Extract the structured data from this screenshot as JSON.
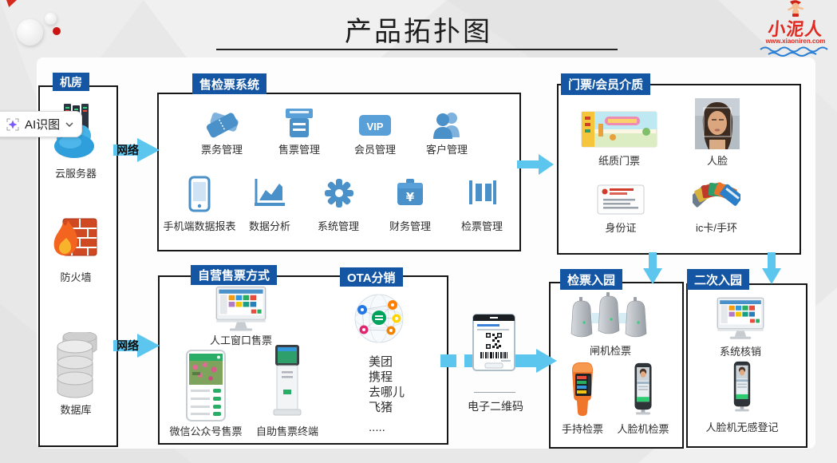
{
  "ai_overlay": {
    "label": "AI识图"
  },
  "title": "产品拓扑图",
  "logo": {
    "brand": "小泥人",
    "url": "www.xiaoniren.com"
  },
  "machine_room": {
    "header": "机房",
    "items": [
      {
        "label": "云服务器"
      },
      {
        "label": "防火墙"
      },
      {
        "label": "数据库"
      }
    ]
  },
  "network_links": {
    "top": "网络",
    "bottom": "网络"
  },
  "ticketing_system": {
    "header": "售检票系统",
    "row1": [
      {
        "label": "票务管理"
      },
      {
        "label": "售票管理"
      },
      {
        "label": "会员管理",
        "badge": "VIP"
      },
      {
        "label": "客户管理"
      }
    ],
    "row2": [
      {
        "label": "手机端数据报表"
      },
      {
        "label": "数据分析"
      },
      {
        "label": "系统管理"
      },
      {
        "label": "财务管理",
        "symbol": "¥"
      },
      {
        "label": "检票管理"
      }
    ]
  },
  "media": {
    "header": "门票/会员介质",
    "items": [
      {
        "label": "纸质门票"
      },
      {
        "label": "人脸"
      },
      {
        "label": "身份证"
      },
      {
        "label": "ic卡/手环"
      }
    ]
  },
  "self_sales": {
    "header": "自营售票方式",
    "items": [
      {
        "label": "人工窗口售票"
      },
      {
        "label": "微信公众号售票"
      },
      {
        "label": "自助售票终端"
      }
    ]
  },
  "ota": {
    "header": "OTA分销",
    "partners": [
      "美团",
      "携程",
      "去哪儿",
      "飞猪",
      "....."
    ]
  },
  "eticket": {
    "label": "电子二维码"
  },
  "gate_entry": {
    "header": "检票入园",
    "items": [
      {
        "label": "闸机检票"
      },
      {
        "label": "手持检票"
      },
      {
        "label": "人脸机检票"
      }
    ]
  },
  "re_entry": {
    "header": "二次入园",
    "items": [
      {
        "label": "系统核销"
      },
      {
        "label": "人脸机无感登记"
      }
    ]
  },
  "colors": {
    "tab_blue": "#1456a3",
    "arrow_cyan": "#5cc6ee",
    "brand_red": "#e02920"
  }
}
